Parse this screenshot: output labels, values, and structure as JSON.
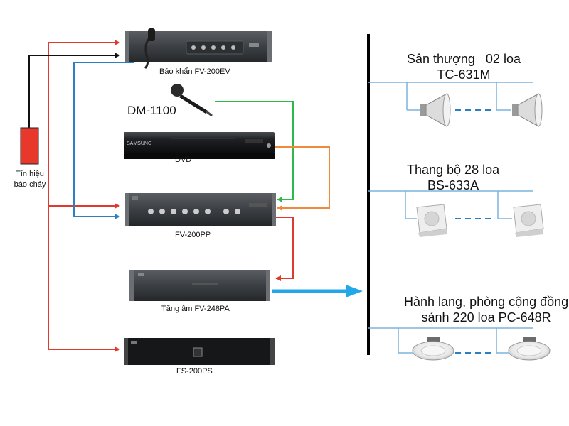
{
  "devices": {
    "emergency": "Báo khẩn FV-200EV",
    "microphone": "DM-1100",
    "dvd": "DVD",
    "preamp": "FV-200PP",
    "amplifier": "Tăng âm FV-248PA",
    "power_supply": "FS-200PS"
  },
  "fire_signal": {
    "line1": "Tín hiệu",
    "line2": "báo cháy"
  },
  "zones": [
    {
      "line1": "Sân thượng   02 loa",
      "line2": "TC-631M"
    },
    {
      "line1": "Thang bộ 28 loa",
      "line2": "BS-633A"
    },
    {
      "line1": "Hành lang, phòng cộng đồng",
      "line2": "sảnh 220 loa PC-648R"
    }
  ],
  "dvd_brand": "SAMSUNG",
  "colors": {
    "fire_signal": "#e8382b",
    "link_red": "#e03a2f",
    "link_black": "#111111",
    "link_blue": "#2c7fc0",
    "link_green": "#2db84a",
    "link_orange": "#ef8a3c",
    "speaker_line": "#7ab3dd",
    "main_arrow": "#22a7e8"
  }
}
